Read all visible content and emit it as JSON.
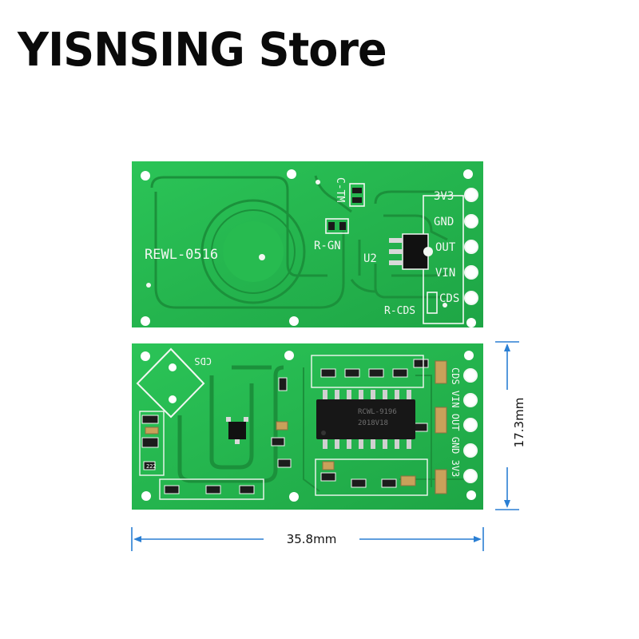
{
  "header": {
    "store_name": "YISNSING Store"
  },
  "top_board": {
    "model": "REWL-0516",
    "pins": [
      "3V3",
      "GND",
      "OUT",
      "VIN",
      "CDS"
    ],
    "labels": {
      "u2": "U2",
      "c_tm": "C-TM",
      "r_gn": "R-GN",
      "r_cds": "R-CDS"
    }
  },
  "bottom_board": {
    "cds_label": "CDS",
    "pin_strip": "CDS VIN OUT GND 3V3",
    "chip_text": [
      "RCWL-9196",
      "2018V18"
    ],
    "resistor_code": "222"
  },
  "dimensions": {
    "width": "35.8mm",
    "height": "17.3mm"
  },
  "colors": {
    "pcb": "#22b14c",
    "trace": "#1a8f3a",
    "silk": "#f2f7f2",
    "arrow": "#2a7fd4"
  }
}
